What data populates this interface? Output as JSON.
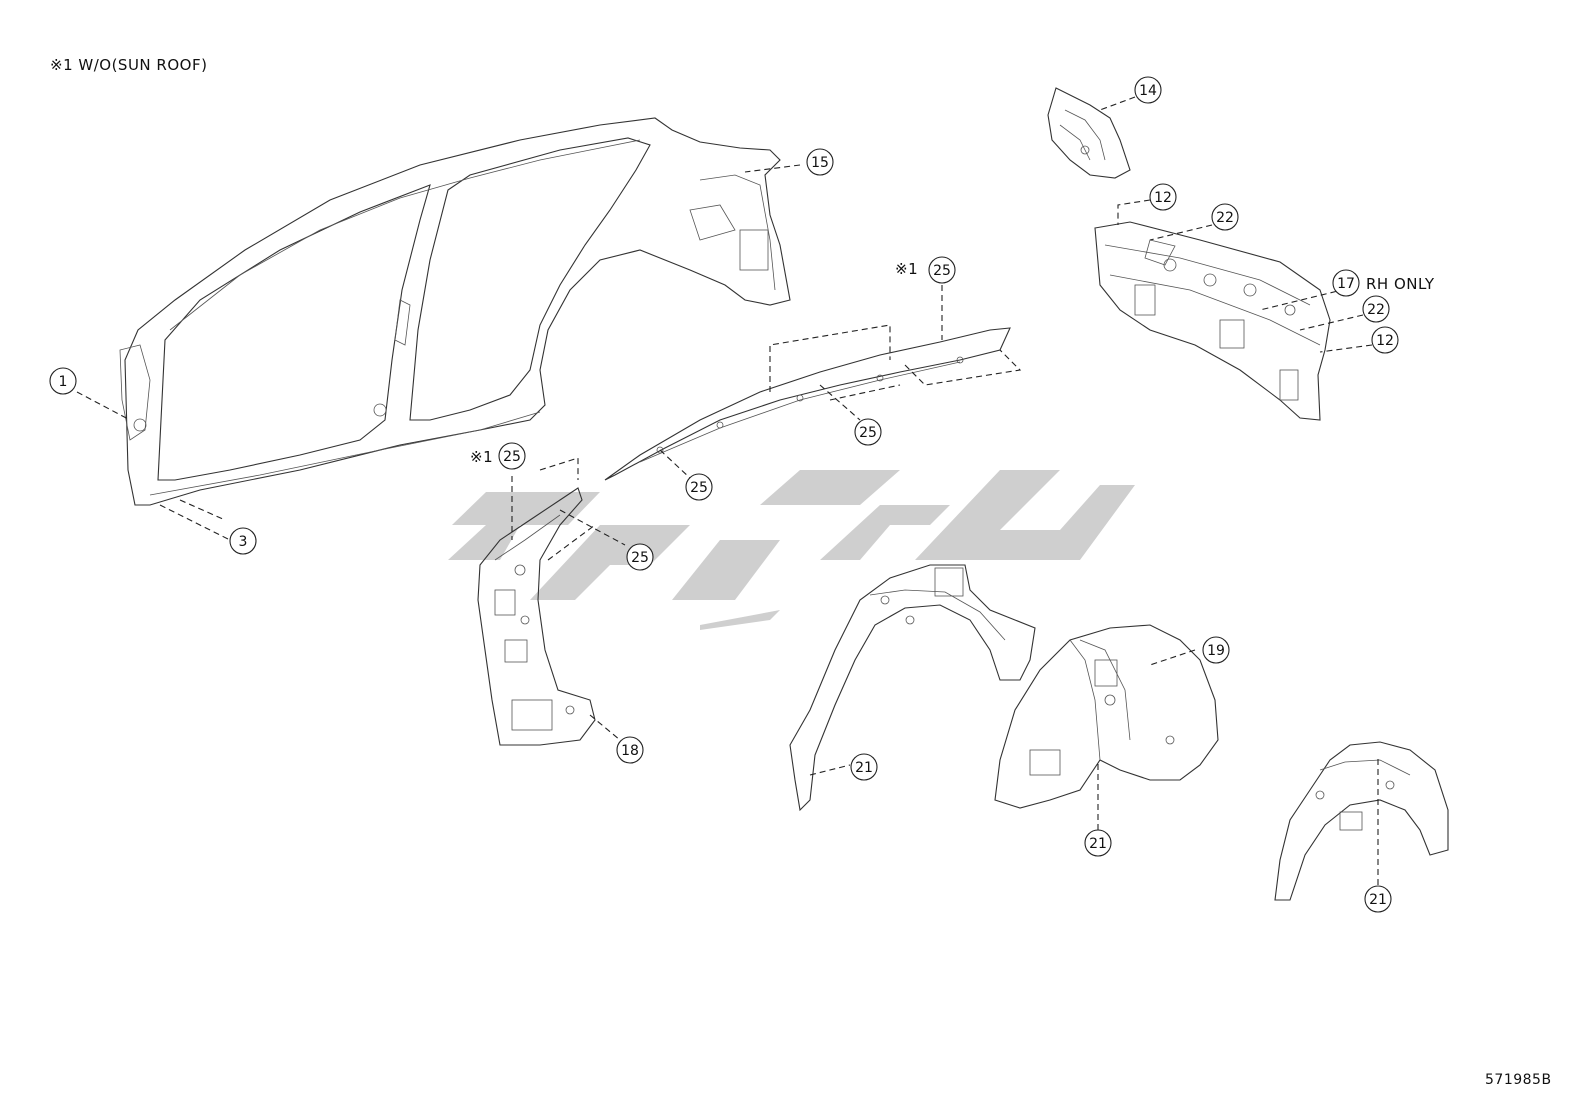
{
  "header_note": "※1 W/O(SUN ROOF)",
  "diagram_code": "571985B",
  "variant_mark": "※1",
  "rh_only_text": "RH ONLY",
  "callouts": [
    {
      "id": "c-1",
      "label": "1"
    },
    {
      "id": "c-3",
      "label": "3"
    },
    {
      "id": "c-15",
      "label": "15"
    },
    {
      "id": "c-14",
      "label": "14"
    },
    {
      "id": "c-12a",
      "label": "12"
    },
    {
      "id": "c-22a",
      "label": "22"
    },
    {
      "id": "c-17",
      "label": "17"
    },
    {
      "id": "c-22b",
      "label": "22"
    },
    {
      "id": "c-12b",
      "label": "12"
    },
    {
      "id": "c-25a",
      "label": "25"
    },
    {
      "id": "c-25b",
      "label": "25"
    },
    {
      "id": "c-25c",
      "label": "25"
    },
    {
      "id": "c-25d",
      "label": "25"
    },
    {
      "id": "c-25e",
      "label": "25"
    },
    {
      "id": "c-18",
      "label": "18"
    },
    {
      "id": "c-21a",
      "label": "21"
    },
    {
      "id": "c-19",
      "label": "19"
    },
    {
      "id": "c-21b",
      "label": "21"
    },
    {
      "id": "c-21c",
      "label": "21"
    }
  ]
}
